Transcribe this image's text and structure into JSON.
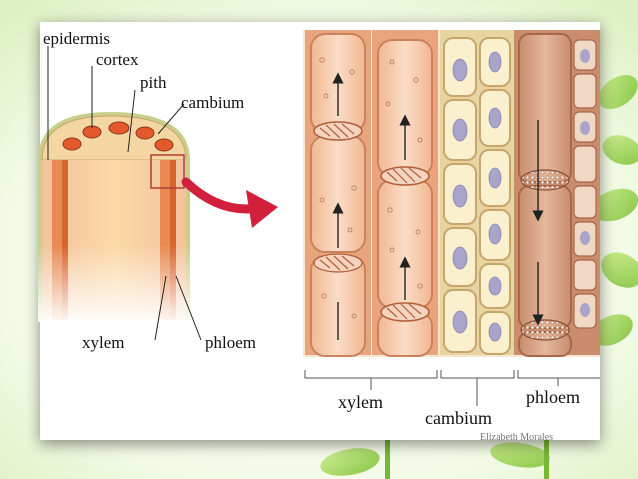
{
  "labels": {
    "epidermis": "epidermis",
    "cortex": "cortex",
    "pith": "pith",
    "cambium_left": "cambium",
    "xylem_left": "xylem",
    "phloem_left": "phloem",
    "xylem_right": "xylem",
    "cambium_right": "cambium",
    "phloem_right": "phloem"
  },
  "credit": "Elizabeth Morales",
  "colors": {
    "xylem_cell": "#f3c2a4",
    "xylem_wall": "#d98a60",
    "cambium_cell": "#fbf0cd",
    "cambium_wall": "#d2b27c",
    "phloem_cell": "#d6a084",
    "pith": "#f7c99a",
    "cortex_red": "#e3592c",
    "arrow_red": "#d21f3c",
    "background_green": "#a9d85a"
  },
  "icons": [
    "arrow-up-icon",
    "arrow-down-icon",
    "zoom-arrow-icon"
  ]
}
